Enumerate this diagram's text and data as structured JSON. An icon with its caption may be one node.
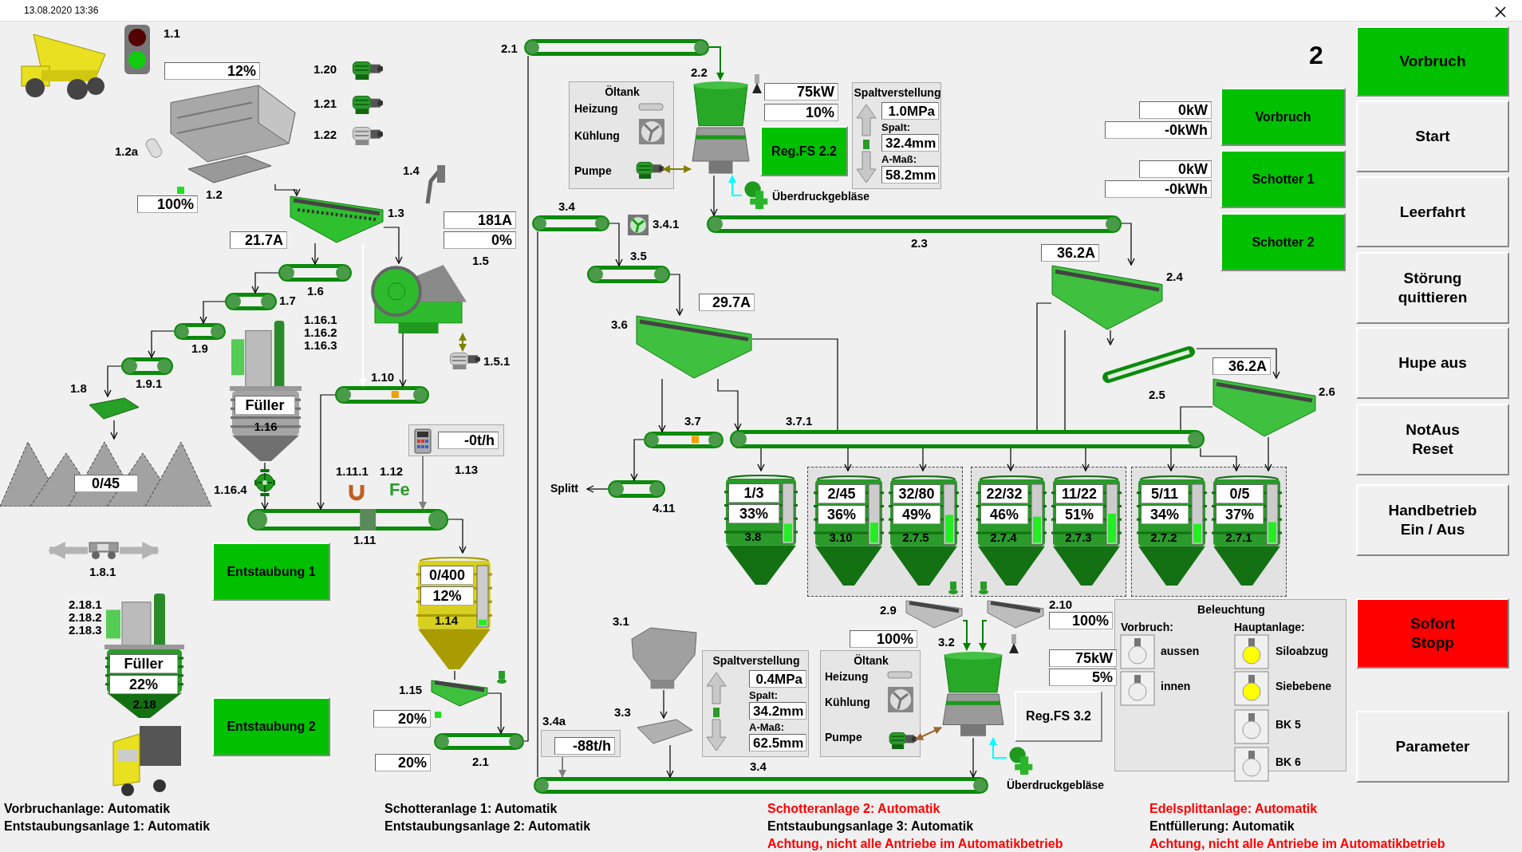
{
  "diagram": {
    "nodes": [
      {
        "text": [],
        "shape": "picture",
        "beside": [
          "12%",
          "1.2",
          "100%"
        ]
      },
      {
        "text": [],
        "shape": "picture",
        "beside": [
          "1.3",
          "21.7A"
        ]
      },
      {
        "text": [],
        "shape": "picture",
        "beside": [
          "181A",
          "0%",
          "1.5"
        ]
      },
      {
        "text": [],
        "shape": "picture",
        "beside": [
          "1.5.1"
        ]
      },
      {
        "text": [],
        "shape": "picture",
        "beside": [
          "1.6"
        ]
      },
      {
        "text": [],
        "shape": "picture",
        "beside": [
          "1.7"
        ]
      },
      {
        "text": [],
        "shape": "picture",
        "beside": [
          "1.9"
        ]
      },
      {
        "text": [],
        "shape": "picture",
        "beside": [
          "1.9.1"
        ]
      },
      {
        "text": [],
        "shape": "picture",
        "beside": [
          "1.8"
        ]
      },
      {
        "text": [
          "0/45"
        ]
      },
      {
        "text": [],
        "shape": "picture",
        "beside": [
          "1.10"
        ]
      },
      {
        "text": [
          "Füller",
          "1.16"
        ],
        "beside": [
          "1.16.1",
          "1.16.2",
          "1.16.3"
        ]
      },
      {
        "text": [],
        "shape": "picture",
        "beside": [
          "1.16.4"
        ]
      },
      {
        "text": [
          "-0t/h"
        ],
        "beside": [
          "1.13"
        ]
      },
      {
        "text": [],
        "shape": "picture",
        "beside": [
          "1.11"
        ]
      },
      {
        "text": [
          "0/400",
          "12%",
          "1.14"
        ]
      },
      {
        "text": [],
        "shape": "picture",
        "beside": [
          "1.15",
          "20%"
        ]
      },
      {
        "text": [],
        "shape": "picture",
        "beside": [
          "20%",
          "2.1"
        ]
      },
      {
        "text": [],
        "shape": "picture",
        "beside": [
          "2.1"
        ]
      },
      {
        "text": [],
        "shape": "picture",
        "beside": [
          "2.2",
          "75kW",
          "10%"
        ]
      },
      {
        "text": [
          "Öltank"
        ]
      },
      {
        "text": [],
        "shape": "picture",
        "in": 20,
        "beside": [
          "Pumpe"
        ]
      },
      {
        "text": [
          "Spaltverstellung",
          "1.0MPa",
          "Spalt:",
          "32.4mm",
          "A-Maß:",
          "58.2mm"
        ]
      },
      {
        "text": [
          "Reg.FS 2.2"
        ]
      },
      {
        "text": [],
        "shape": "picture",
        "beside": [
          "Überdruckgebläse"
        ]
      },
      {
        "text": [],
        "shape": "picture",
        "beside": [
          "2.3"
        ]
      },
      {
        "text": [],
        "shape": "picture",
        "beside": [
          "36.2A",
          "2.4"
        ]
      },
      {
        "text": [],
        "shape": "picture",
        "beside": [
          "2.5"
        ]
      },
      {
        "text": [],
        "shape": "picture",
        "beside": [
          "36.2A",
          "2.6"
        ]
      },
      {
        "text": [],
        "shape": "picture",
        "beside": [
          "3.4"
        ]
      },
      {
        "text": [],
        "shape": "picture",
        "beside": [
          "3.5"
        ]
      },
      {
        "text": [],
        "shape": "picture",
        "beside": [
          "3.6",
          "29.7A"
        ]
      },
      {
        "text": [],
        "shape": "picture",
        "beside": [
          "3.7"
        ]
      },
      {
        "text": [],
        "shape": "picture",
        "beside": [
          "3.7.1"
        ]
      },
      {
        "text": [],
        "shape": "picture",
        "beside": [
          "4.11"
        ]
      },
      {
        "text": [
          "Splitt"
        ]
      },
      {
        "text": [
          "1/3",
          "33%",
          "3.8"
        ]
      },
      {
        "text": [],
        "shape": "box"
      },
      {
        "text": [
          "2/45",
          "36%",
          "3.10"
        ],
        "in": 37
      },
      {
        "text": [
          "32/80",
          "49%",
          "2.7.5"
        ],
        "in": 37
      },
      {
        "text": [],
        "shape": "box"
      },
      {
        "text": [
          "22/32",
          "46%",
          "2.7.4"
        ],
        "in": 40
      },
      {
        "text": [
          "11/22",
          "51%",
          "2.7.3"
        ],
        "in": 40
      },
      {
        "text": [],
        "shape": "box"
      },
      {
        "text": [
          "5/11",
          "34%",
          "2.7.2"
        ],
        "in": 43
      },
      {
        "text": [
          "0/5",
          "37%",
          "2.7.1"
        ],
        "in": 43
      },
      {
        "text": [],
        "shape": "picture",
        "beside": [
          "2.9",
          "100%"
        ]
      },
      {
        "text": [],
        "shape": "picture",
        "beside": [
          "2.10",
          "100%"
        ]
      },
      {
        "text": [],
        "shape": "picture",
        "beside": [
          "3.2",
          "75kW",
          "5%"
        ]
      },
      {
        "text": [
          "Reg.FS 3.2"
        ]
      },
      {
        "text": [
          "Öltank"
        ]
      },
      {
        "text": [],
        "shape": "picture",
        "in": 50,
        "beside": [
          "Pumpe"
        ]
      },
      {
        "text": [
          "Spaltverstellung",
          "0.4MPa",
          "Spalt:",
          "34.2mm",
          "A-Maß:",
          "62.5mm"
        ]
      },
      {
        "text": [],
        "shape": "picture",
        "beside": [
          "Überdruckgebläse"
        ]
      },
      {
        "text": [],
        "shape": "picture",
        "beside": [
          "3.1"
        ]
      },
      {
        "text": [],
        "shape": "picture",
        "beside": [
          "3.3"
        ]
      },
      {
        "text": [
          "-88t/h"
        ],
        "beside": [
          "3.4a"
        ]
      },
      {
        "text": [],
        "shape": "picture",
        "beside": [
          "3.4"
        ]
      },
      {
        "text": [
          "Füller",
          "22%",
          "2.18"
        ],
        "beside": [
          "2.18.1",
          "2.18.2",
          "2.18.3"
        ]
      },
      {
        "text": [
          "Entstaubung 1"
        ]
      },
      {
        "text": [
          "Entstaubung 2"
        ]
      },
      {
        "text": [
          "Vorbruch"
        ],
        "beside": [
          "0kW",
          "-0kWh"
        ]
      },
      {
        "text": [
          "Schotter 1"
        ],
        "beside": [
          "0kW",
          "-0kWh"
        ]
      },
      {
        "text": [
          "Schotter 2"
        ]
      },
      {
        "text": [
          "2"
        ]
      },
      {
        "text": [
          "Vorbruch"
        ]
      },
      {
        "text": [
          "Start"
        ]
      },
      {
        "text": [
          "Leerfahrt"
        ]
      },
      {
        "text": [
          "Störung quittieren"
        ]
      },
      {
        "text": [
          "Hupe aus"
        ]
      },
      {
        "text": [
          "NotAus Reset"
        ]
      },
      {
        "text": [
          "Handbetrieb Ein / Aus"
        ]
      },
      {
        "text": [
          "Sofort Stopp"
        ]
      },
      {
        "text": [
          "Parameter"
        ]
      },
      {
        "text": [
          "Beleuchtung",
          "Vorbruch:",
          "Hauptanlage:"
        ]
      },
      {
        "text": [],
        "shape": "picture",
        "beside": [
          "1.8.1"
        ]
      }
    ],
    "edges": [
      {
        "from": 0,
        "to": 1,
        "arrow": "to"
      },
      {
        "from": 1,
        "to": 2,
        "arrow": "to"
      },
      {
        "from": 1,
        "to": 4,
        "arrow": "to"
      },
      {
        "from": 1,
        "to": 10,
        "arrow": "to",
        "color": "#ffffff"
      },
      {
        "from": 2,
        "to": 3,
        "arrow": "both",
        "color": "#808000"
      },
      {
        "from": 2,
        "to": 10,
        "arrow": "to"
      },
      {
        "from": 4,
        "to": 5,
        "arrow": "to"
      },
      {
        "from": 5,
        "to": 6,
        "arrow": "to"
      },
      {
        "from": 6,
        "to": 7,
        "arrow": "to"
      },
      {
        "from": 7,
        "to": 8,
        "arrow": "to"
      },
      {
        "from": 8,
        "to": 9,
        "arrow": "to"
      },
      {
        "from": 10,
        "to": 14,
        "arrow": "to"
      },
      {
        "from": 11,
        "to": 12,
        "arrow": "none"
      },
      {
        "from": 12,
        "to": 14,
        "arrow": "to"
      },
      {
        "from": 13,
        "to": 14,
        "arrow": "to",
        "color": "#808080"
      },
      {
        "from": 14,
        "to": 15,
        "arrow": "to"
      },
      {
        "from": 15,
        "to": 16,
        "arrow": "none"
      },
      {
        "from": 16,
        "to": 17,
        "arrow": "to"
      },
      {
        "from": 17,
        "to": 18,
        "arrow": "none"
      },
      {
        "from": 18,
        "to": 19,
        "arrow": "to",
        "color": "#008000"
      },
      {
        "from": 24,
        "to": 19,
        "arrow": "to",
        "color": "#00ffff"
      },
      {
        "from": 21,
        "to": 19,
        "arrow": "both",
        "color": "#808000"
      },
      {
        "from": 19,
        "to": 25,
        "arrow": "to"
      },
      {
        "from": 25,
        "to": 26,
        "arrow": "to"
      },
      {
        "from": 26,
        "to": 27,
        "arrow": "to"
      },
      {
        "from": 27,
        "to": 28,
        "arrow": "to"
      },
      {
        "from": 26,
        "to": 33,
        "arrow": "none"
      },
      {
        "from": 26,
        "to": 33,
        "arrow": "none"
      },
      {
        "from": 28,
        "to": 33,
        "arrow": "none"
      },
      {
        "from": 28,
        "to": 45,
        "arrow": "to"
      },
      {
        "from": 29,
        "to": 30,
        "arrow": "to"
      },
      {
        "from": 30,
        "to": 31,
        "arrow": "to"
      },
      {
        "from": 31,
        "to": 32,
        "arrow": "to"
      },
      {
        "from": 31,
        "to": 33,
        "arrow": "to"
      },
      {
        "from": 31,
        "to": 33,
        "arrow": "none"
      },
      {
        "from": 29,
        "to": 57,
        "arrow": "none"
      },
      {
        "from": 32,
        "to": 34,
        "arrow": "to"
      },
      {
        "from": 34,
        "to": 35,
        "arrow": "to"
      },
      {
        "from": 33,
        "to": 36,
        "arrow": "to"
      },
      {
        "from": 33,
        "to": 38,
        "arrow": "to"
      },
      {
        "from": 33,
        "to": 39,
        "arrow": "to"
      },
      {
        "from": 33,
        "to": 41,
        "arrow": "to"
      },
      {
        "from": 33,
        "to": 42,
        "arrow": "to"
      },
      {
        "from": 33,
        "to": 44,
        "arrow": "to"
      },
      {
        "from": 33,
        "to": 45,
        "arrow": "to"
      },
      {
        "from": 46,
        "to": 48,
        "arrow": "to",
        "color": "#008000"
      },
      {
        "from": 47,
        "to": 48,
        "arrow": "to",
        "color": "#008000"
      },
      {
        "from": 53,
        "to": 48,
        "arrow": "to",
        "color": "#00ffff"
      },
      {
        "from": 51,
        "to": 48,
        "arrow": "both",
        "color": "#996633"
      },
      {
        "from": 48,
        "to": 57,
        "arrow": "to"
      },
      {
        "from": 54,
        "to": 55,
        "arrow": "to"
      },
      {
        "from": 55,
        "to": 57,
        "arrow": "to"
      },
      {
        "from": 56,
        "to": 57,
        "arrow": "to",
        "color": "#808080"
      },
      {
        "from": 75,
        "to": null,
        "arrow": "to",
        "style": "thick",
        "color": "#b4b4b4"
      },
      {
        "from": 75,
        "to": null,
        "arrow": "to",
        "style": "thick",
        "color": "#b4b4b4"
      }
    ],
    "labels": [
      "13.08.2020 13:36",
      "1.1",
      "1.20",
      "1.21",
      "1.22",
      "1.2a",
      "1.4",
      "Heizung",
      "Kühlung",
      "3.4.1",
      "1.11.1",
      "1.12",
      "Fe",
      "Heizung",
      "Kühlung",
      "aussen",
      "innen",
      "Siloabzug",
      "Siebebene",
      "BK 5",
      "BK 6",
      "Vorbruchanlage: Automatik",
      "Entstaubungsanlage 1: Automatik",
      "Schotteranlage 1: Automatik",
      "Entstaubungsanlage 2: Automatik",
      "Schotteranlage 2: Automatik",
      "Entstaubungsanlage 3: Automatik",
      "Achtung, nicht alle Antriebe im Automatikbetrieb",
      "Edelsplittanlage: Automatik",
      "Entfüllerung: Automatik",
      "Achtung, nicht alle Antriebe im Automatikbetrieb"
    ]
  }
}
